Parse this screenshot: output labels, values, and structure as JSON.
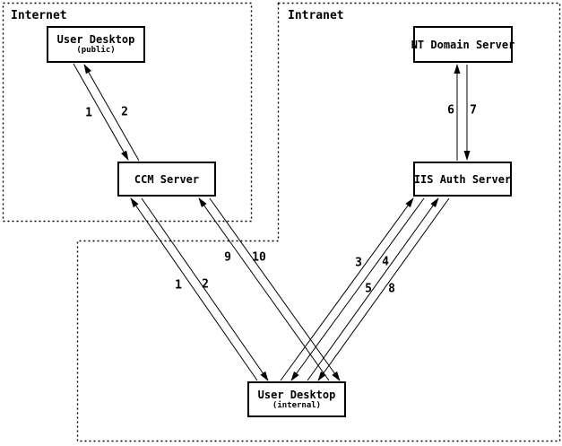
{
  "diagram": {
    "zones": {
      "internet": {
        "label": "Internet"
      },
      "intranet": {
        "label": "Intranet"
      }
    },
    "nodes": {
      "user_desktop_public": {
        "title": "User Desktop",
        "subtitle": "(public)"
      },
      "nt_domain_server": {
        "title": "NT Domain Server"
      },
      "ccm_server": {
        "title": "CCM Server"
      },
      "iis_auth_server": {
        "title": "IIS Auth Server"
      },
      "user_desktop_internal": {
        "title": "User Desktop",
        "subtitle": "(internal)"
      }
    },
    "edges": [
      {
        "label": "1",
        "from": "user-desktop-public",
        "to": "ccm-server"
      },
      {
        "label": "2",
        "from": "ccm-server",
        "to": "user-desktop-public"
      },
      {
        "label": "6",
        "from": "iis-auth-server",
        "to": "nt-domain-server"
      },
      {
        "label": "7",
        "from": "nt-domain-server",
        "to": "iis-auth-server"
      },
      {
        "label": "1",
        "from": "user-desktop-internal",
        "to": "ccm-server"
      },
      {
        "label": "2",
        "from": "ccm-server",
        "to": "user-desktop-internal"
      },
      {
        "label": "9",
        "from": "user-desktop-internal",
        "to": "ccm-server"
      },
      {
        "label": "10",
        "from": "ccm-server",
        "to": "user-desktop-internal"
      },
      {
        "label": "3",
        "from": "user-desktop-internal",
        "to": "iis-auth-server"
      },
      {
        "label": "4",
        "from": "iis-auth-server",
        "to": "user-desktop-internal"
      },
      {
        "label": "5",
        "from": "user-desktop-internal",
        "to": "iis-auth-server"
      },
      {
        "label": "8",
        "from": "iis-auth-server",
        "to": "user-desktop-internal"
      }
    ],
    "colors": {
      "line": "#000000",
      "background": "#ffffff"
    }
  }
}
